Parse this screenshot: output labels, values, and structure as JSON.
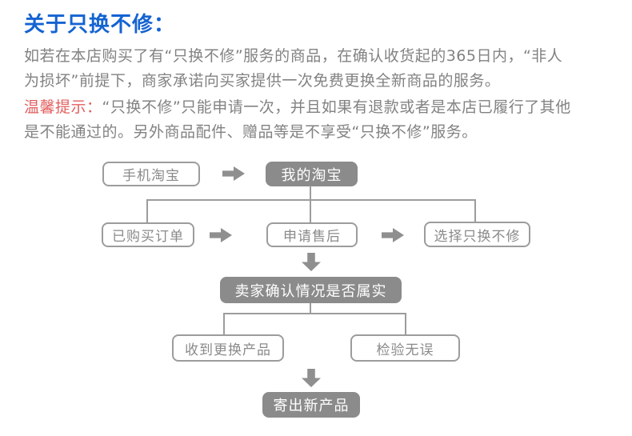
{
  "title": {
    "text": "关于只换不修："
  },
  "intro": {
    "lines": [
      "如若在本店购买了有“只换不修”服务的商品，在确认收货起的365日内，“非人",
      "为损坏”前提下，商家承诺向买家提供一次免费更换全新商品的服务。"
    ]
  },
  "notice": {
    "label": "温馨提示：",
    "lines": [
      "“只换不修”只能申请一次，并且如果有退款或者是本店已履行了其他",
      "是不能通过的。另外商品配件、赠品等是不享受“只换不修”服务。"
    ]
  },
  "flowchart": {
    "nodes": {
      "shouji_taobao": "手机淘宝",
      "wode_taobao": "我的淘宝",
      "yigoumai_dingdan": "已购买订单",
      "shenqing_shouhou": "申请售后",
      "xuanze_zhihuanbuxiu": "选择只换不修",
      "maijia_queren": "卖家确认情况是否属实",
      "shoudao_genghuan": "收到更换产品",
      "jianyan_wuwu": "检验无误",
      "jichu_xinchanpin": "寄出新产品"
    }
  },
  "colors": {
    "title_blue": "#1463d1",
    "notice_red": "#e25f5f",
    "text_gray": "#828282",
    "shape_gray": "#8f8f8f",
    "line_gray": "#9c9c9c",
    "fill_gray": "#8b8b8b",
    "box_border": "#9c9c9c",
    "box_text": "#8a8a8a"
  }
}
